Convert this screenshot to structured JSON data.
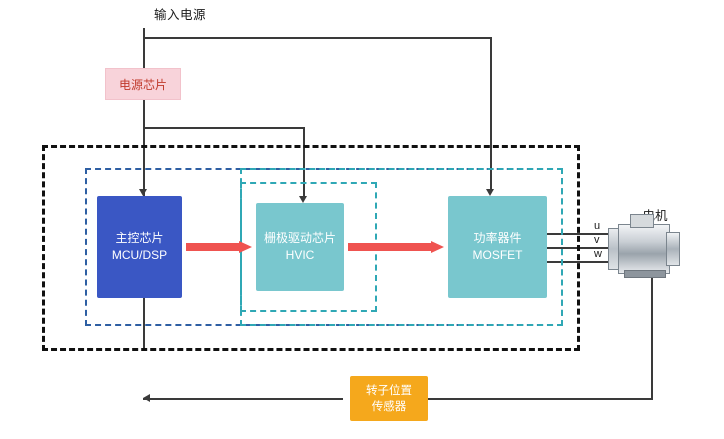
{
  "diagram": {
    "title_top": "输入电源",
    "power_chip": "电源芯片",
    "nodes": {
      "mcu": {
        "line1": "主控芯片",
        "line2": "MCU/DSP"
      },
      "hvic": {
        "line1": "栅极驱动芯片",
        "line2": "HVIC"
      },
      "power_device": {
        "line1": "功率器件",
        "line2": "MOSFET"
      },
      "sensor": {
        "line1": "转子位置",
        "line2": "传感器"
      }
    },
    "motor": {
      "label": "电机",
      "phases": [
        "u",
        "v",
        "w"
      ]
    },
    "colors": {
      "mcu": "#3a57c4",
      "hvic": "#79c7ce",
      "power_device": "#79c7ce",
      "sensor": "#f5a81c",
      "power_chip_bg": "#f8d3da",
      "power_chip_text": "#c0392b",
      "arrow_red": "#ef5350",
      "dashed_black": "#111111",
      "dashed_blue": "#2e5fa3",
      "dashed_teal": "#2fa8b5"
    }
  }
}
